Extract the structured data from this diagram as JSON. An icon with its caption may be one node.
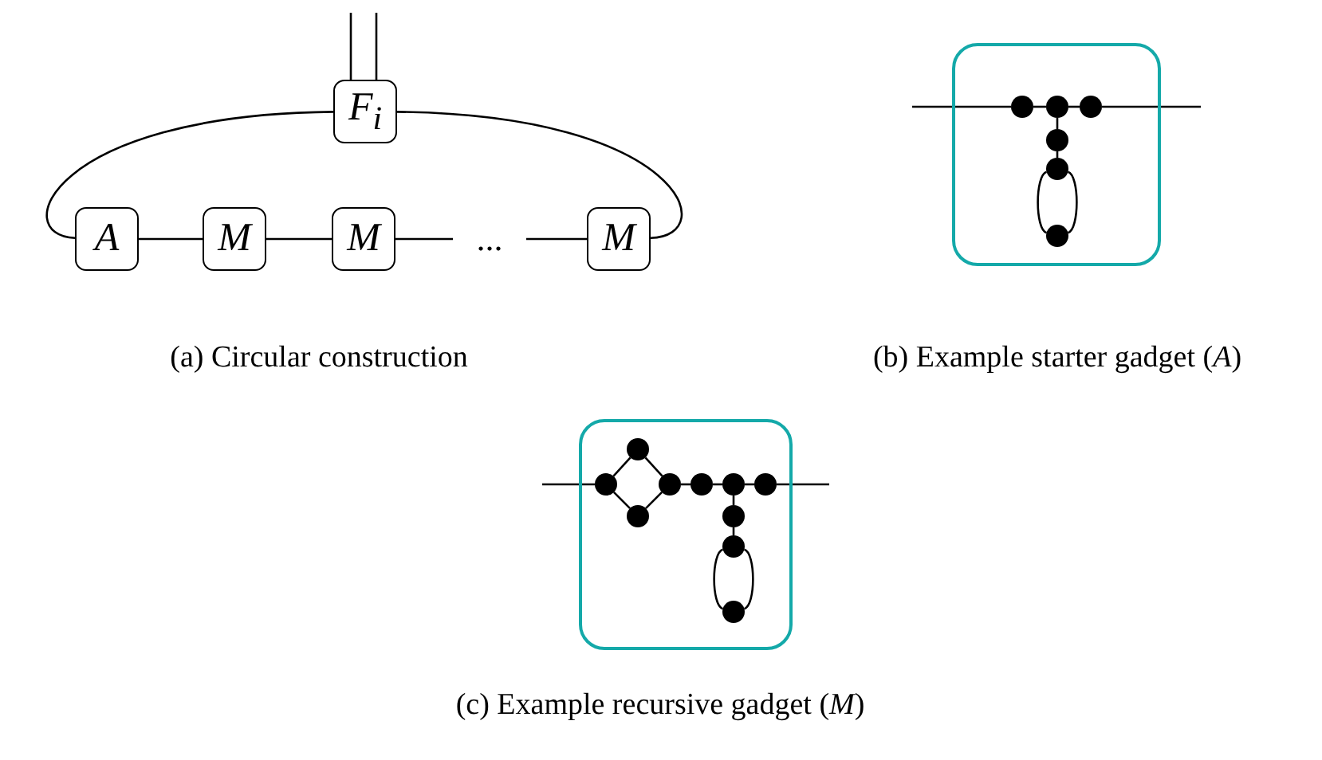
{
  "diagram": {
    "nodes": [
      {
        "text": [
          "F$_{i}$"
        ]
      },
      {
        "text": [
          "A"
        ]
      },
      {
        "text": [
          "M"
        ]
      },
      {
        "text": [
          "M"
        ]
      },
      {
        "text": [
          "..."
        ]
      },
      {
        "text": [
          "M"
        ]
      },
      {
        "text": [],
        "shape": "box"
      },
      {
        "text": [],
        "shape": "circle",
        "in": 6
      },
      {
        "text": [],
        "shape": "circle",
        "in": 6
      },
      {
        "text": [],
        "shape": "circle",
        "in": 6
      },
      {
        "text": [],
        "shape": "circle",
        "in": 6
      },
      {
        "text": [],
        "shape": "circle",
        "in": 6
      },
      {
        "text": [],
        "shape": "circle",
        "in": 6
      },
      {
        "text": [],
        "shape": "box"
      },
      {
        "text": [],
        "shape": "circle",
        "in": 13
      },
      {
        "text": [],
        "shape": "circle",
        "in": 13
      },
      {
        "text": [],
        "shape": "circle",
        "in": 13
      },
      {
        "text": [],
        "shape": "circle",
        "in": 13
      },
      {
        "text": [],
        "shape": "circle",
        "in": 13
      },
      {
        "text": [],
        "shape": "circle",
        "in": 13
      },
      {
        "text": [],
        "shape": "circle",
        "in": 13
      },
      {
        "text": [],
        "shape": "circle",
        "in": 13
      },
      {
        "text": [],
        "shape": "circle",
        "in": 13
      },
      {
        "text": [],
        "shape": "circle",
        "in": 13
      }
    ],
    "edges": [
      {
        "from": null,
        "to": 0,
        "arrow": "none"
      },
      {
        "from": null,
        "to": 0,
        "arrow": "none"
      },
      {
        "from": 0,
        "to": 1,
        "arrow": "none"
      },
      {
        "from": 0,
        "to": 5,
        "arrow": "none"
      },
      {
        "from": 1,
        "to": 2,
        "arrow": "none"
      },
      {
        "from": 2,
        "to": 3,
        "arrow": "none"
      },
      {
        "from": 3,
        "to": 4,
        "arrow": "none"
      },
      {
        "from": 4,
        "to": 5,
        "arrow": "none"
      },
      {
        "from": null,
        "to": 7,
        "arrow": "none"
      },
      {
        "from": 7,
        "to": 8,
        "arrow": "none"
      },
      {
        "from": 8,
        "to": 9,
        "arrow": "none"
      },
      {
        "from": 9,
        "to": null,
        "arrow": "none"
      },
      {
        "from": 8,
        "to": 10,
        "arrow": "none"
      },
      {
        "from": 10,
        "to": 11,
        "arrow": "none"
      },
      {
        "from": 11,
        "to": 12,
        "arrow": "none"
      },
      {
        "from": 11,
        "to": 12,
        "arrow": "none"
      },
      {
        "from": null,
        "to": 14,
        "arrow": "none"
      },
      {
        "from": 14,
        "to": 15,
        "arrow": "none"
      },
      {
        "from": 14,
        "to": 16,
        "arrow": "none"
      },
      {
        "from": 15,
        "to": 17,
        "arrow": "none"
      },
      {
        "from": 16,
        "to": 17,
        "arrow": "none"
      },
      {
        "from": 17,
        "to": 18,
        "arrow": "none"
      },
      {
        "from": 18,
        "to": 19,
        "arrow": "none"
      },
      {
        "from": 19,
        "to": 20,
        "arrow": "none"
      },
      {
        "from": 20,
        "to": null,
        "arrow": "none"
      },
      {
        "from": 19,
        "to": 21,
        "arrow": "none"
      },
      {
        "from": 21,
        "to": 22,
        "arrow": "none"
      },
      {
        "from": 22,
        "to": 23,
        "arrow": "none"
      },
      {
        "from": 22,
        "to": 23,
        "arrow": "none"
      }
    ],
    "labels": [
      "(a) Circular construction",
      "(b) Example starter gadget (*A*)",
      "(c) Example recursive gadget (*M*)"
    ]
  }
}
